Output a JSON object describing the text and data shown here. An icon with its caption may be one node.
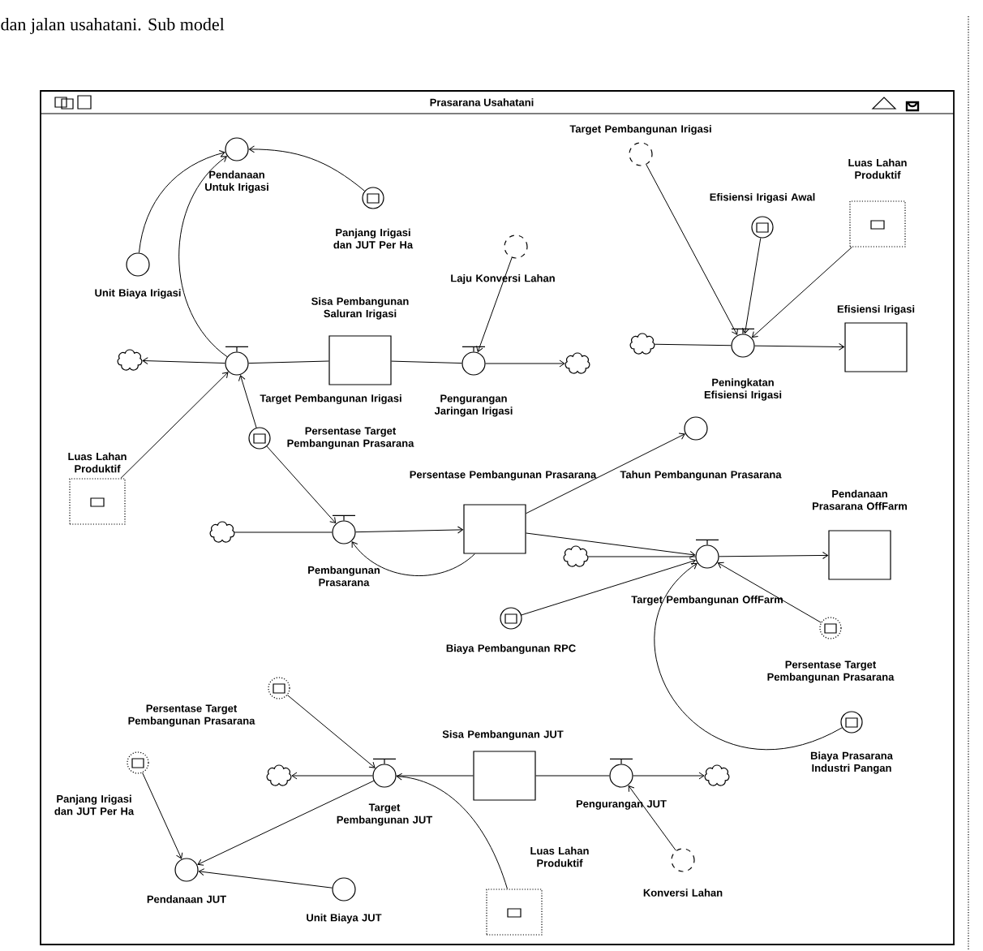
{
  "diagram": {
    "title": "Prasarana Usahatani",
    "nodes": [
      {
        "text": [
          "Pendanaan Untuk Irigasi"
        ]
      },
      {
        "text": [
          "Panjang Irigasi dan JUT Per Ha"
        ]
      },
      {
        "text": [
          "Unit Biaya Irigasi"
        ]
      },
      {
        "text": [
          "Sisa Pembangunan Saluran Irigasi"
        ]
      },
      {
        "text": [
          "Target Pembangunan Irigasi"
        ]
      },
      {
        "text": [],
        "shape": "cloud"
      },
      {
        "text": [
          "Laju Konversi Lahan"
        ]
      },
      {
        "text": [
          "Pengurangan Jaringan Irigasi"
        ]
      },
      {
        "text": [],
        "shape": "cloud"
      },
      {
        "text": [
          "Target Pembangunan Irigasi"
        ]
      },
      {
        "text": [
          "Efisiensi Irigasi Awal"
        ]
      },
      {
        "text": [
          "Luas Lahan Produktif"
        ]
      },
      {
        "text": [
          "Efisiensi Irigasi"
        ]
      },
      {
        "text": [
          "Peningkatan Efisiensi Irigasi"
        ]
      },
      {
        "text": [],
        "shape": "cloud"
      },
      {
        "text": [
          "Luas Lahan Produktif"
        ]
      },
      {
        "text": [
          "Persentase Target Pembangunan Prasarana"
        ]
      },
      {
        "text": [],
        "shape": "cloud"
      },
      {
        "text": [
          "Pembangunan Prasarana"
        ]
      },
      {
        "text": [
          "Persentase Pembangunan Prasarana"
        ]
      },
      {
        "text": [
          "Tahun Pembangunan Prasarana"
        ]
      },
      {
        "text": [
          "Pendanaan Prasarana OffFarm"
        ]
      },
      {
        "text": [],
        "shape": "cloud"
      },
      {
        "text": [
          "Target Pembangunan OffFarm"
        ]
      },
      {
        "text": [
          "Biaya Pembangunan RPC"
        ]
      },
      {
        "text": [
          "Persentase Target Pembangunan Prasarana"
        ]
      },
      {
        "text": [
          "Biaya Prasarana Industri Pangan"
        ]
      },
      {
        "text": [
          "Persentase Target Pembangunan Prasarana"
        ]
      },
      {
        "text": [
          "Sisa Pembangunan JUT"
        ]
      },
      {
        "text": [
          "Target Pembangunan JUT"
        ]
      },
      {
        "text": [],
        "shape": "cloud"
      },
      {
        "text": [
          "Panjang Irigasi dan JUT Per Ha"
        ]
      },
      {
        "text": [
          "Pendanaan JUT"
        ]
      },
      {
        "text": [
          "Unit Biaya JUT"
        ]
      },
      {
        "text": [
          "Luas Lahan Produktif"
        ]
      },
      {
        "text": [
          "Pengurangan JUT"
        ]
      },
      {
        "text": [],
        "shape": "cloud"
      },
      {
        "text": [
          "Konversi Lahan"
        ]
      }
    ],
    "edges": [
      {
        "from": 3,
        "to": 4,
        "arrow": "none"
      },
      {
        "from": 4,
        "to": 5,
        "arrow": "to"
      },
      {
        "from": 3,
        "to": 7,
        "arrow": "none"
      },
      {
        "from": 7,
        "to": 8,
        "arrow": "to"
      },
      {
        "from": 14,
        "to": 13,
        "arrow": "none"
      },
      {
        "from": 13,
        "to": 12,
        "arrow": "to"
      },
      {
        "from": 17,
        "to": 18,
        "arrow": "none"
      },
      {
        "from": 18,
        "to": 19,
        "arrow": "to"
      },
      {
        "from": 22,
        "to": 23,
        "arrow": "none"
      },
      {
        "from": 23,
        "to": 21,
        "arrow": "to"
      },
      {
        "from": 28,
        "to": 29,
        "arrow": "none"
      },
      {
        "from": 29,
        "to": 30,
        "arrow": "to"
      },
      {
        "from": 28,
        "to": 35,
        "arrow": "none"
      },
      {
        "from": 35,
        "to": 36,
        "arrow": "to"
      },
      {
        "from": 1,
        "to": 0,
        "arrow": "to"
      },
      {
        "from": 2,
        "to": 0,
        "arrow": "to"
      },
      {
        "from": 4,
        "to": 0,
        "arrow": "to"
      },
      {
        "from": 15,
        "to": 4,
        "arrow": "to"
      },
      {
        "from": 16,
        "to": 4,
        "arrow": "to"
      },
      {
        "from": 16,
        "to": 18,
        "arrow": "to"
      },
      {
        "from": 6,
        "to": 7,
        "arrow": "to"
      },
      {
        "from": 9,
        "to": 13,
        "arrow": "to"
      },
      {
        "from": 10,
        "to": 13,
        "arrow": "to"
      },
      {
        "from": 11,
        "to": 13,
        "arrow": "to"
      },
      {
        "from": 19,
        "to": 18,
        "arrow": "to"
      },
      {
        "from": 19,
        "to": 20,
        "arrow": "to"
      },
      {
        "from": 19,
        "to": 23,
        "arrow": "to"
      },
      {
        "from": 24,
        "to": 23,
        "arrow": "to"
      },
      {
        "from": 25,
        "to": 23,
        "arrow": "to"
      },
      {
        "from": 26,
        "to": 23,
        "arrow": "to"
      },
      {
        "from": 27,
        "to": 29,
        "arrow": "to"
      },
      {
        "from": 29,
        "to": 32,
        "arrow": "to"
      },
      {
        "from": 31,
        "to": 32,
        "arrow": "to"
      },
      {
        "from": 33,
        "to": 32,
        "arrow": "to"
      },
      {
        "from": 34,
        "to": 29,
        "arrow": "to"
      },
      {
        "from": 37,
        "to": 35,
        "arrow": "to"
      }
    ],
    "labels": [
      "dan jalan usahatani. Sub model"
    ]
  }
}
